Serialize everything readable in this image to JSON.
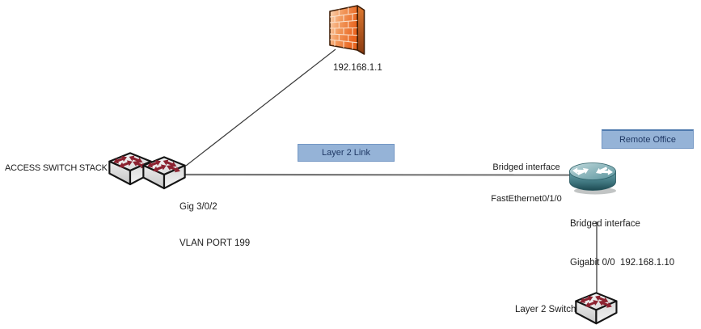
{
  "colors": {
    "callout_fill": "#95b3d7",
    "callout_border": "#7396c4",
    "callout_text": "#1f3864",
    "firewall_orange": "#ee6f2d",
    "router_teal": "#4a858f",
    "switch_arrow_red": "#8c2230",
    "link_line_gray": "#767676",
    "text": "#1c1c1c"
  },
  "nodes": {
    "firewall": {
      "ip_label": "192.168.1.1"
    },
    "switch_stack": {
      "label": "ACCESS SWITCH STACK",
      "port": {
        "line1": "Gig 3/0/2",
        "line2": "VLAN PORT 199"
      }
    },
    "router": {
      "wan_interface": {
        "line1": "Bridged interface",
        "line2": "FastEthernet0/1/0"
      },
      "lan_interface": {
        "line1": "Bridged interface",
        "line2": "Gigabit 0/0  192.168.1.10"
      }
    },
    "layer2_switch": {
      "label": "Layer 2 Switch"
    }
  },
  "callouts": {
    "layer2_link": "Layer 2 Link",
    "remote_office": "Remote Office"
  }
}
